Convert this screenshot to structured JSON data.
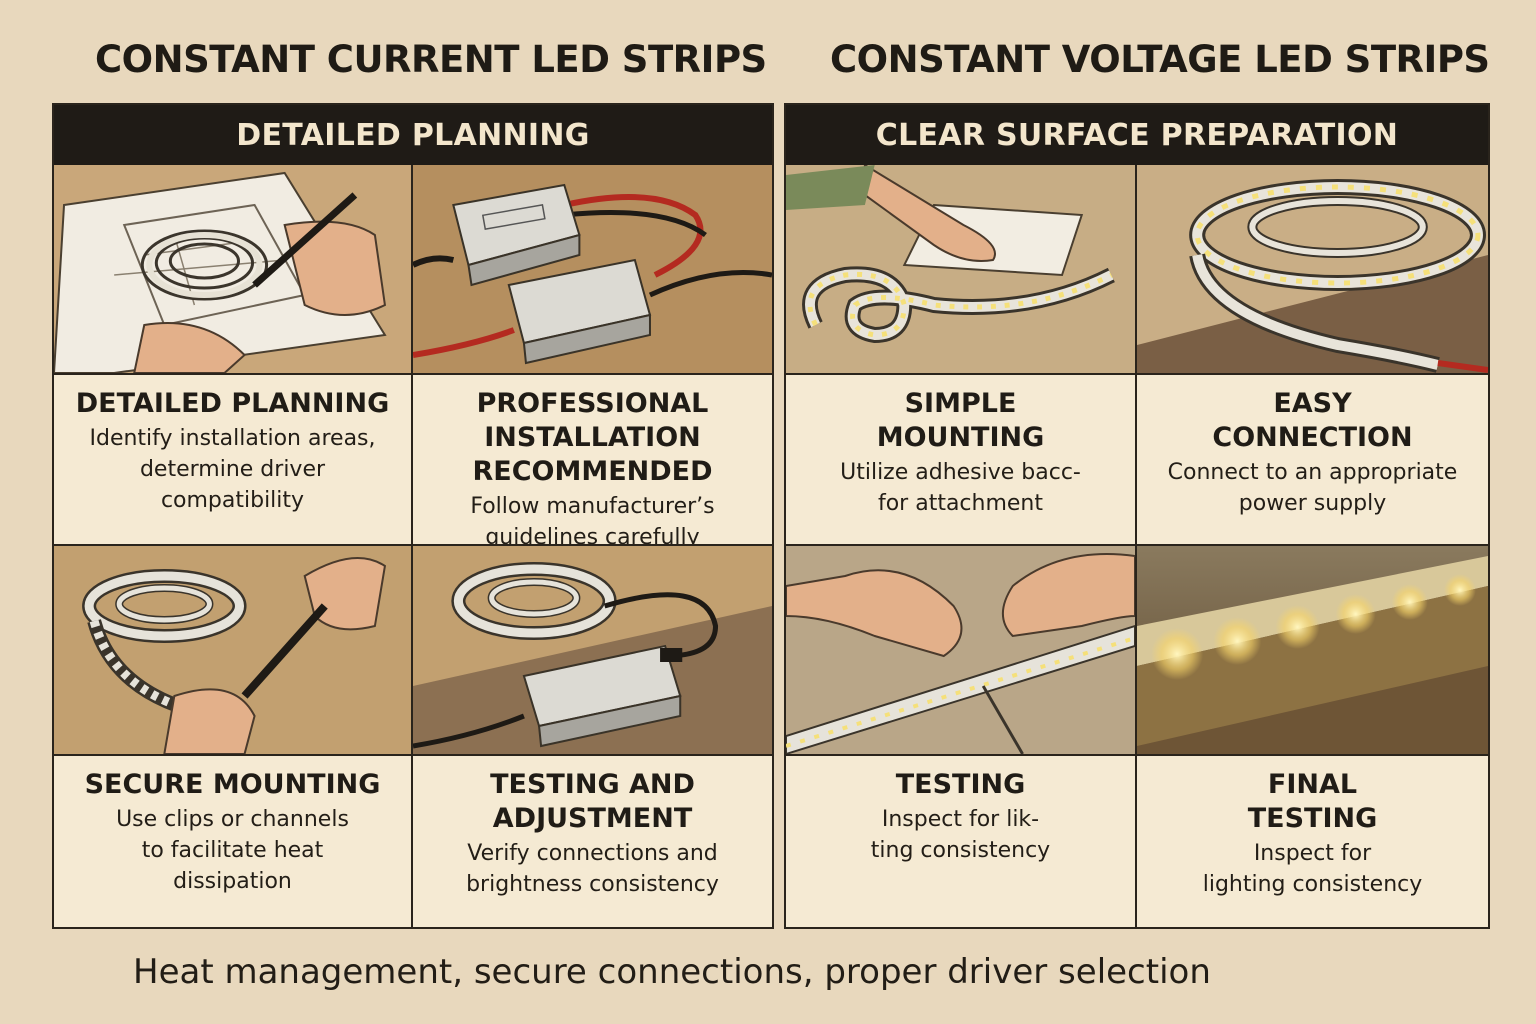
{
  "titles": {
    "left": "CONSTANT CURRENT LED STRIPS",
    "right": "CONSTANT VOLTAGE LED STRIPS"
  },
  "left_panel": {
    "header": "DETAILED PLANNING",
    "steps": [
      {
        "title": "DETAILED PLANNING",
        "desc": "Identify installation areas,\ndetermine driver\ncompatibility"
      },
      {
        "title": "PROFESSIONAL\nINSTALLATION\nRECOMMENDED",
        "desc": "Follow manufacturer’s\nguidelines carefully"
      },
      {
        "title": "SECURE MOUNTING",
        "desc": "Use clips or channels\nto facilitate heat\ndissipation"
      },
      {
        "title": "TESTING AND\nADJUSTMENT",
        "desc": "Verify connections and\nbrightness consistency"
      }
    ]
  },
  "right_panel": {
    "header": "CLEAR SURFACE PREPARATION",
    "steps": [
      {
        "title": "SIMPLE\nMOUNTING",
        "desc": "Utilize adhesive bacc-\nfor attachment"
      },
      {
        "title": "EASY\nCONNECTION",
        "desc": "Connect to an appropriate\npower supply"
      },
      {
        "title": "TESTING",
        "desc": "Inspect for lik-\nting consistency"
      },
      {
        "title": "FINAL\nTESTING",
        "desc": "Inspect for\nlighting consistency"
      }
    ]
  },
  "footer": "Heat management, secure connections, proper driver selection",
  "colors": {
    "background": "#e8d8bd",
    "header_bar": "#1f1b16",
    "header_text": "#f3e6cc",
    "text_area": "#f5ead3",
    "illustration_bg": "#c9a97c",
    "led_glow": "#ffe98a"
  }
}
